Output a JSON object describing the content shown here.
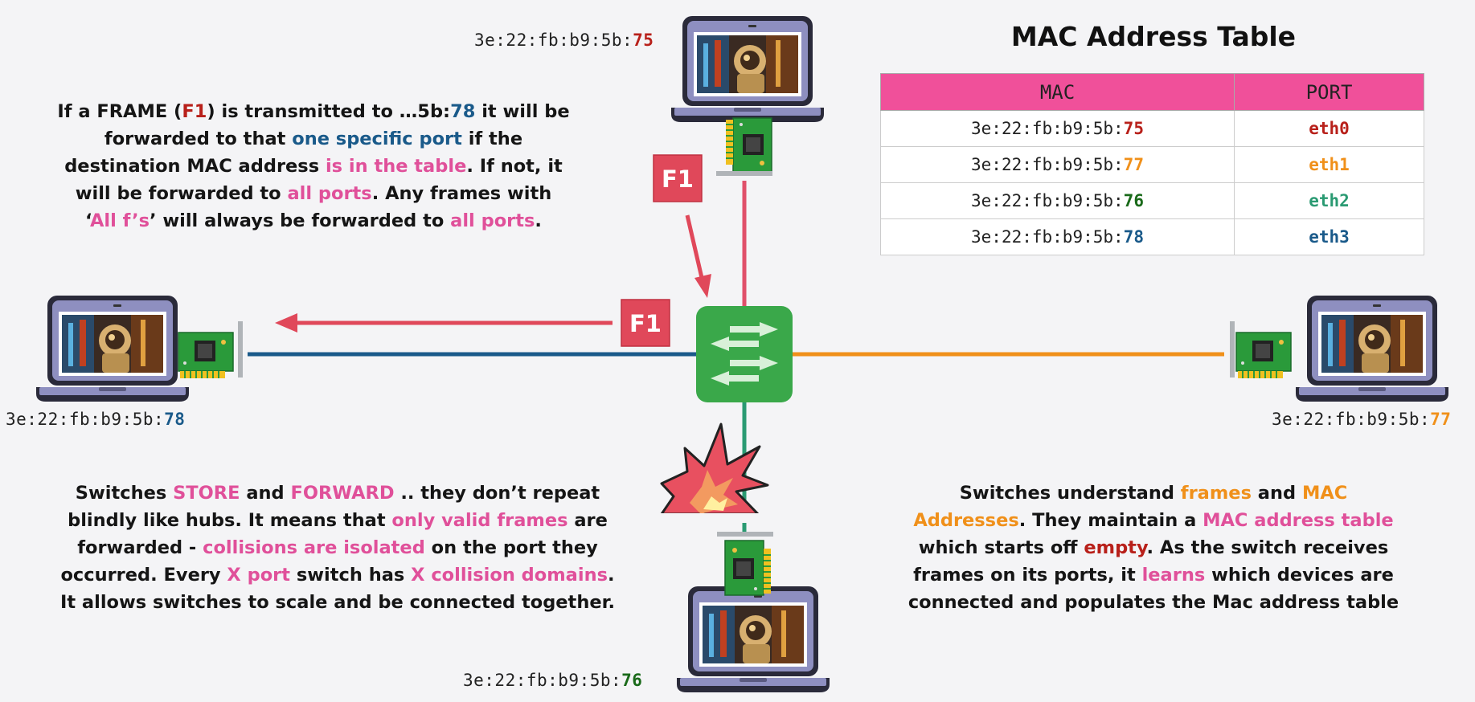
{
  "title": "MAC Address Table",
  "table": {
    "headers": [
      "MAC",
      "PORT"
    ],
    "rows": [
      {
        "mac_prefix": "3e:22:fb:b9:5b:",
        "mac_suffix": "75",
        "port": "eth0",
        "color": "#b8201a"
      },
      {
        "mac_prefix": "3e:22:fb:b9:5b:",
        "mac_suffix": "77",
        "port": "eth1",
        "color": "#f0901a"
      },
      {
        "mac_prefix": "3e:22:fb:b9:5b:",
        "mac_suffix": "76",
        "port": "eth2",
        "color": "#2a9a72"
      },
      {
        "mac_prefix": "3e:22:fb:b9:5b:",
        "mac_suffix": "78",
        "port": "eth3",
        "color": "#1a5a8a"
      }
    ]
  },
  "devices": {
    "top": {
      "mac_prefix": "3e:22:fb:b9:5b:",
      "mac_suffix": "75",
      "color": "#b8201a"
    },
    "left": {
      "mac_prefix": "3e:22:fb:b9:5b:",
      "mac_suffix": "78",
      "color": "#1a5a8a"
    },
    "right": {
      "mac_prefix": "3e:22:fb:b9:5b:",
      "mac_suffix": "77",
      "color": "#f0901a"
    },
    "bottom": {
      "mac_prefix": "3e:22:fb:b9:5b:",
      "mac_suffix": "76",
      "color": "#1a6a1a"
    }
  },
  "frame_label": "F1",
  "colors": {
    "accent_pink": "#e0509a",
    "link_top": "#e0506a",
    "link_left": "#1a5a8a",
    "link_right": "#f0901a",
    "link_bottom": "#2a9a72",
    "switch": "#3aa84a",
    "frame_box": "#e0485a"
  },
  "paragraphs": {
    "top_left": [
      [
        {
          "t": "If a FRAME ("
        },
        {
          "t": "F1",
          "c": "rd"
        },
        {
          "t": ") is transmitted to …5b:"
        },
        {
          "t": "78",
          "c": "bl"
        },
        {
          "t": " it will be"
        }
      ],
      [
        {
          "t": "forwarded to that "
        },
        {
          "t": "one specific port",
          "c": "bl"
        },
        {
          "t": " if the"
        }
      ],
      [
        {
          "t": "destination MAC address "
        },
        {
          "t": "is in the table",
          "c": "pk"
        },
        {
          "t": ". If not, it"
        }
      ],
      [
        {
          "t": "will be forwarded to "
        },
        {
          "t": "all ports",
          "c": "pk"
        },
        {
          "t": ". Any frames with"
        }
      ],
      [
        {
          "t": "‘"
        },
        {
          "t": "All f’s",
          "c": "pk"
        },
        {
          "t": "’ will always be forwarded to "
        },
        {
          "t": "all ports",
          "c": "pk"
        },
        {
          "t": "."
        }
      ]
    ],
    "bottom_left": [
      [
        {
          "t": "Switches "
        },
        {
          "t": "STORE",
          "c": "pk"
        },
        {
          "t": " and "
        },
        {
          "t": "FORWARD",
          "c": "pk"
        },
        {
          "t": " .. they don’t repeat"
        }
      ],
      [
        {
          "t": "blindly like hubs. It means that "
        },
        {
          "t": "only valid frames",
          "c": "pk"
        },
        {
          "t": " are"
        }
      ],
      [
        {
          "t": "forwarded - "
        },
        {
          "t": "collisions are isolated",
          "c": "pk"
        },
        {
          "t": " on the port they"
        }
      ],
      [
        {
          "t": "occurred. Every "
        },
        {
          "t": "X port",
          "c": "pk"
        },
        {
          "t": " switch has "
        },
        {
          "t": "X collision domains",
          "c": "pk"
        },
        {
          "t": "."
        }
      ],
      [
        {
          "t": "It allows switches to scale and be connected together."
        }
      ]
    ],
    "bottom_right": [
      [
        {
          "t": "Switches understand "
        },
        {
          "t": "frames",
          "c": "or"
        },
        {
          "t": " and "
        },
        {
          "t": "MAC",
          "c": "or"
        }
      ],
      [
        {
          "t": "Addresses",
          "c": "or"
        },
        {
          "t": ". They maintain a "
        },
        {
          "t": "MAC address table",
          "c": "pk"
        }
      ],
      [
        {
          "t": "which starts off "
        },
        {
          "t": "empty",
          "c": "rd"
        },
        {
          "t": ". As the switch receives"
        }
      ],
      [
        {
          "t": "frames on its ports, it "
        },
        {
          "t": "learns",
          "c": "pk"
        },
        {
          "t": " which devices are"
        }
      ],
      [
        {
          "t": "connected and populates the Mac address table"
        }
      ]
    ]
  }
}
